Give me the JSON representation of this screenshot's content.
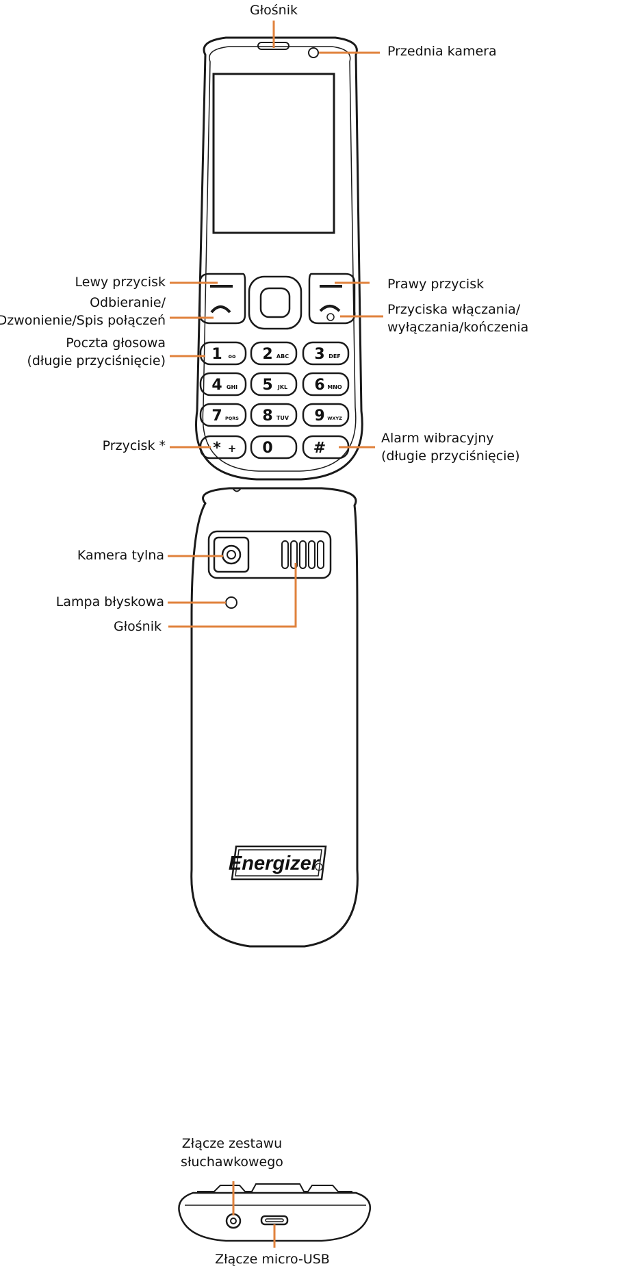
{
  "labels": {
    "speaker_front": "Głośnik",
    "front_camera": "Przednia kamera",
    "left_key": "Lewy przycisk",
    "answer_line1": "Odbieranie/",
    "answer_line2": "Dzwonienie/Spis połączeń",
    "voicemail_line1": "Poczta głosowa",
    "voicemail_line2": "(długie przyciśnięcie)",
    "star_key": "Przycisk *",
    "right_key": "Prawy przycisk",
    "power_line1": "Przyciska włączania/",
    "power_line2": "wyłączania/kończenia",
    "vibrate_line1": "Alarm wibracyjny",
    "vibrate_line2": "(długie przyciśnięcie)",
    "rear_camera": "Kamera tylna",
    "flash": "Lampa błyskowa",
    "speaker_rear": "Głośnik",
    "headset_line1": "Złącze zestawu",
    "headset_line2": "słuchawkowego",
    "micro_usb": "Złącze micro-USB"
  },
  "keypad": [
    {
      "digit": "1",
      "sub": "oo"
    },
    {
      "digit": "2",
      "sub": "ABC"
    },
    {
      "digit": "3",
      "sub": "DEF"
    },
    {
      "digit": "4",
      "sub": "GHI"
    },
    {
      "digit": "5",
      "sub": "JKL"
    },
    {
      "digit": "6",
      "sub": "MNO"
    },
    {
      "digit": "7",
      "sub": "PQRS"
    },
    {
      "digit": "8",
      "sub": "TUV"
    },
    {
      "digit": "9",
      "sub": "WXYZ"
    },
    {
      "digit": "*",
      "sub": "+"
    },
    {
      "digit": "0",
      "sub": ""
    },
    {
      "digit": "#",
      "sub": ""
    }
  ],
  "brand": "Energizer",
  "colors": {
    "leader": "#E0823C",
    "outline": "#1a1a1a"
  }
}
